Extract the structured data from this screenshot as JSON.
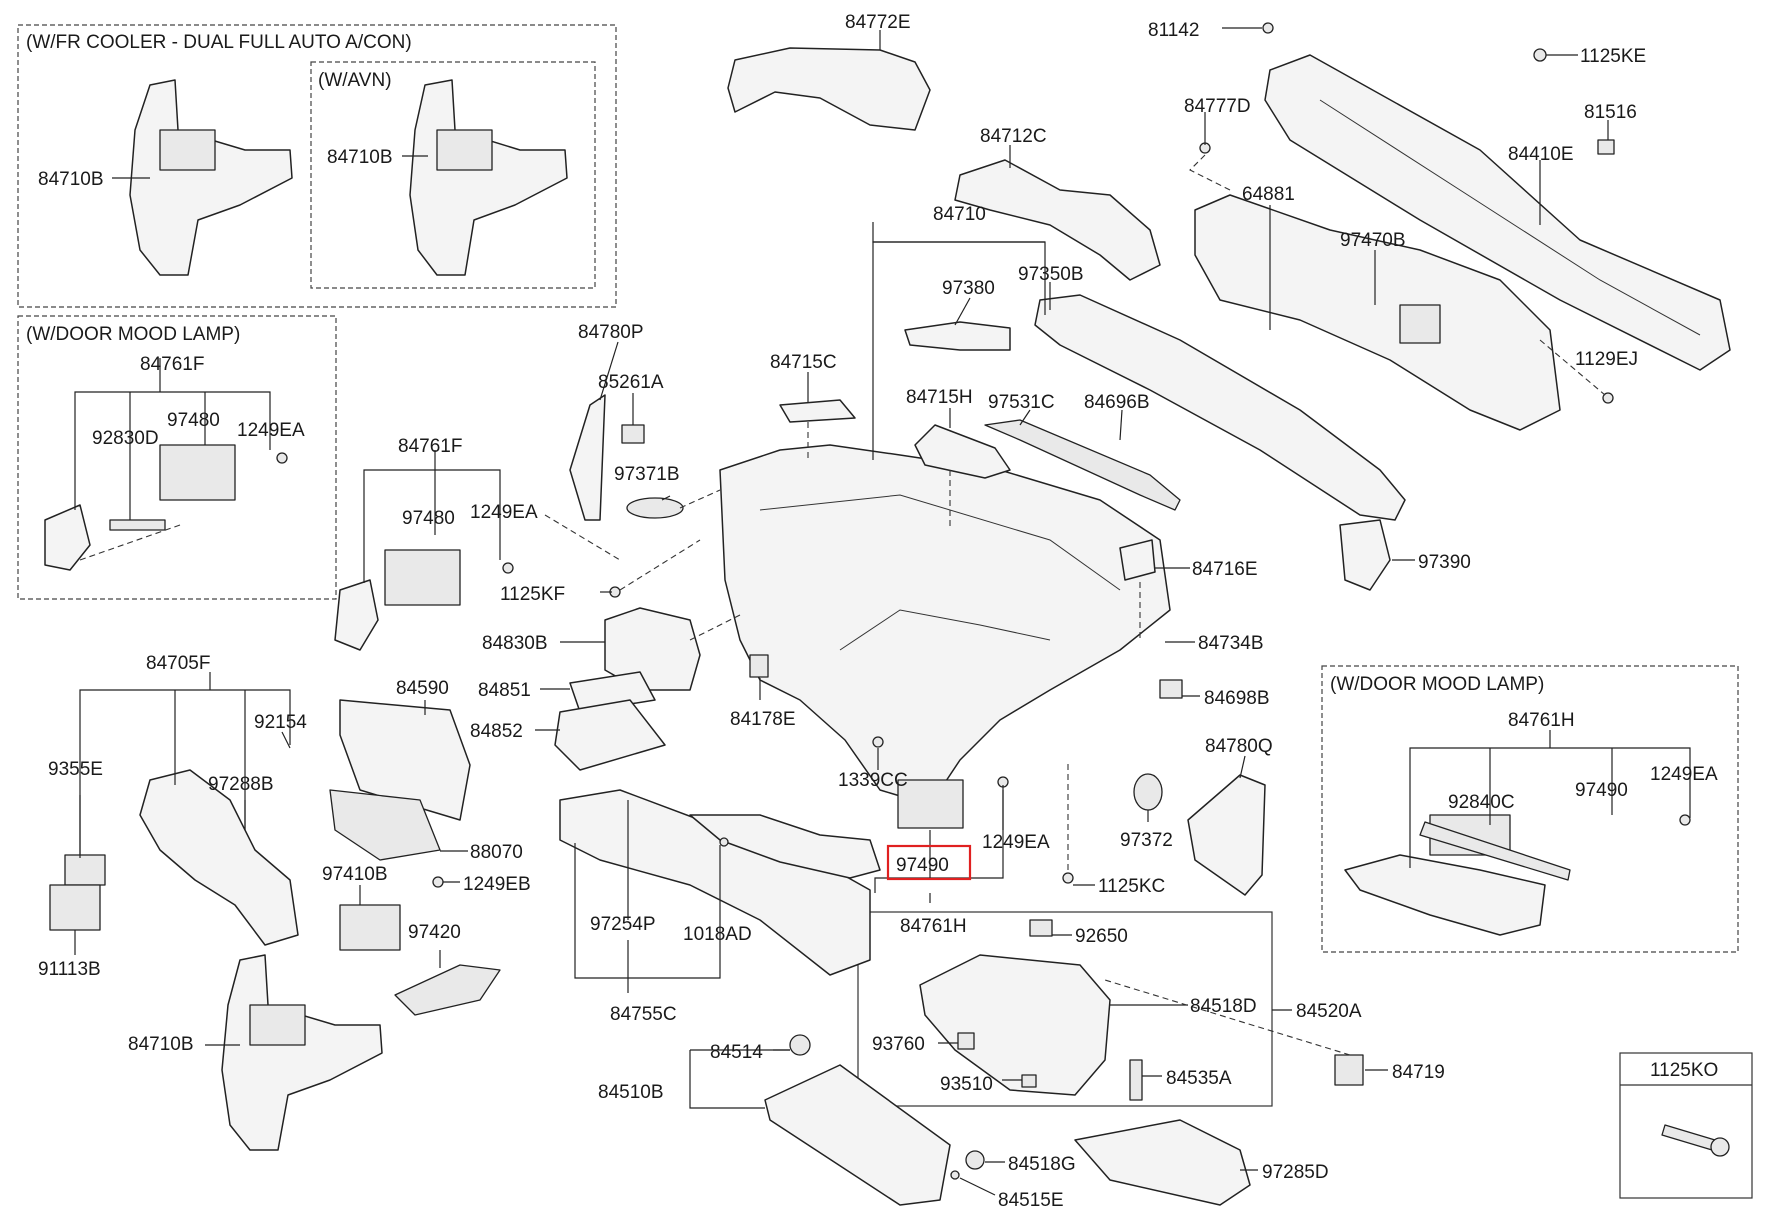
{
  "sections": {
    "fr_cooler": "(W/FR COOLER - DUAL FULL AUTO A/CON)",
    "avn": "(W/AVN)",
    "door_mood_lamp_left": "(W/DOOR MOOD LAMP)",
    "door_mood_lamp_right": "(W/DOOR MOOD LAMP)"
  },
  "highlighted_part": "97490",
  "parts": {
    "p84772E": "84772E",
    "p81142": "81142",
    "p1125KE": "1125KE",
    "p81516": "81516",
    "p84777D": "84777D",
    "p84712C": "84712C",
    "p84410E": "84410E",
    "p64881": "64881",
    "p84710": "84710",
    "p97470B": "97470B",
    "p97380": "97380",
    "p97350B": "97350B",
    "p1129EJ": "1129EJ",
    "p84710B_a": "84710B",
    "p84710B_b": "84710B",
    "p84780P": "84780P",
    "p85261A": "85261A",
    "p84715C": "84715C",
    "p84715H": "84715H",
    "p97531C": "97531C",
    "p84696B": "84696B",
    "p84761F_a": "84761F",
    "p97480_a": "97480",
    "p92830D": "92830D",
    "p1249EA_a": "1249EA",
    "p97371B": "97371B",
    "p84761F_b": "84761F",
    "p97480_b": "97480",
    "p1249EA_b": "1249EA",
    "p97390": "97390",
    "p84716E": "84716E",
    "p1125KF": "1125KF",
    "p84830B": "84830B",
    "p84734B": "84734B",
    "p84705F": "84705F",
    "p84590": "84590",
    "p84851": "84851",
    "p84178E": "84178E",
    "p84698B": "84698B",
    "p92154": "92154",
    "p84852": "84852",
    "p84780Q": "84780Q",
    "p84761H_r": "84761H",
    "p9355E": "9355E",
    "p97288B": "97288B",
    "p1339CC": "1339CC",
    "p92840C": "92840C",
    "p97490_r": "97490",
    "p1249EA_r": "1249EA",
    "p88070": "88070",
    "p1249EA_c": "1249EA",
    "p97372": "97372",
    "p97410B": "97410B",
    "p1249EB": "1249EB",
    "p97490_c": "97490",
    "p1125KC": "1125KC",
    "p97420": "97420",
    "p97254P": "97254P",
    "p1018AD": "1018AD",
    "p84761H_c": "84761H",
    "p92650": "92650",
    "p91113B": "91113B",
    "p84518D": "84518D",
    "p84520A": "84520A",
    "p84710B_c": "84710B",
    "p84755C": "84755C",
    "p93760": "93760",
    "p84514": "84514",
    "p84719": "84719",
    "p84535A": "84535A",
    "p84510B": "84510B",
    "p93510": "93510",
    "p1125KO": "1125KO",
    "p84518G": "84518G",
    "p97285D": "97285D",
    "p84515E": "84515E"
  }
}
